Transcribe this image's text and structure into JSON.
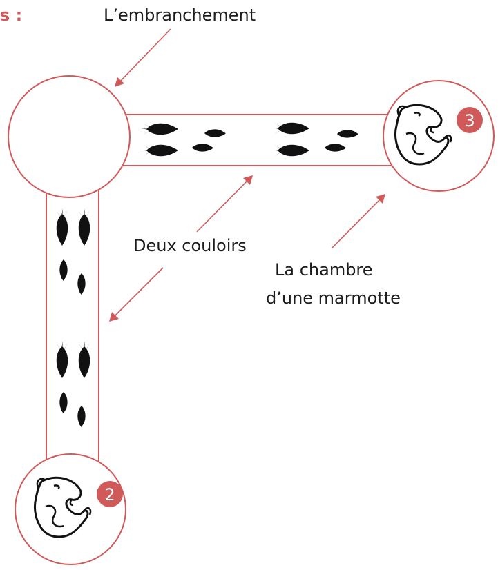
{
  "heading_fragment": "s :",
  "labels": {
    "branch": "L’embranchement",
    "corridors": "Deux couloirs",
    "chamber_line1": "La chambre",
    "chamber_line2": "d’une marmotte"
  },
  "chambers": [
    {
      "number": "3"
    },
    {
      "number": "2"
    }
  ],
  "colors": {
    "outline": "#d0595a",
    "badge": "#d0595a",
    "ink": "#111111",
    "text": "#1c1c1c"
  }
}
